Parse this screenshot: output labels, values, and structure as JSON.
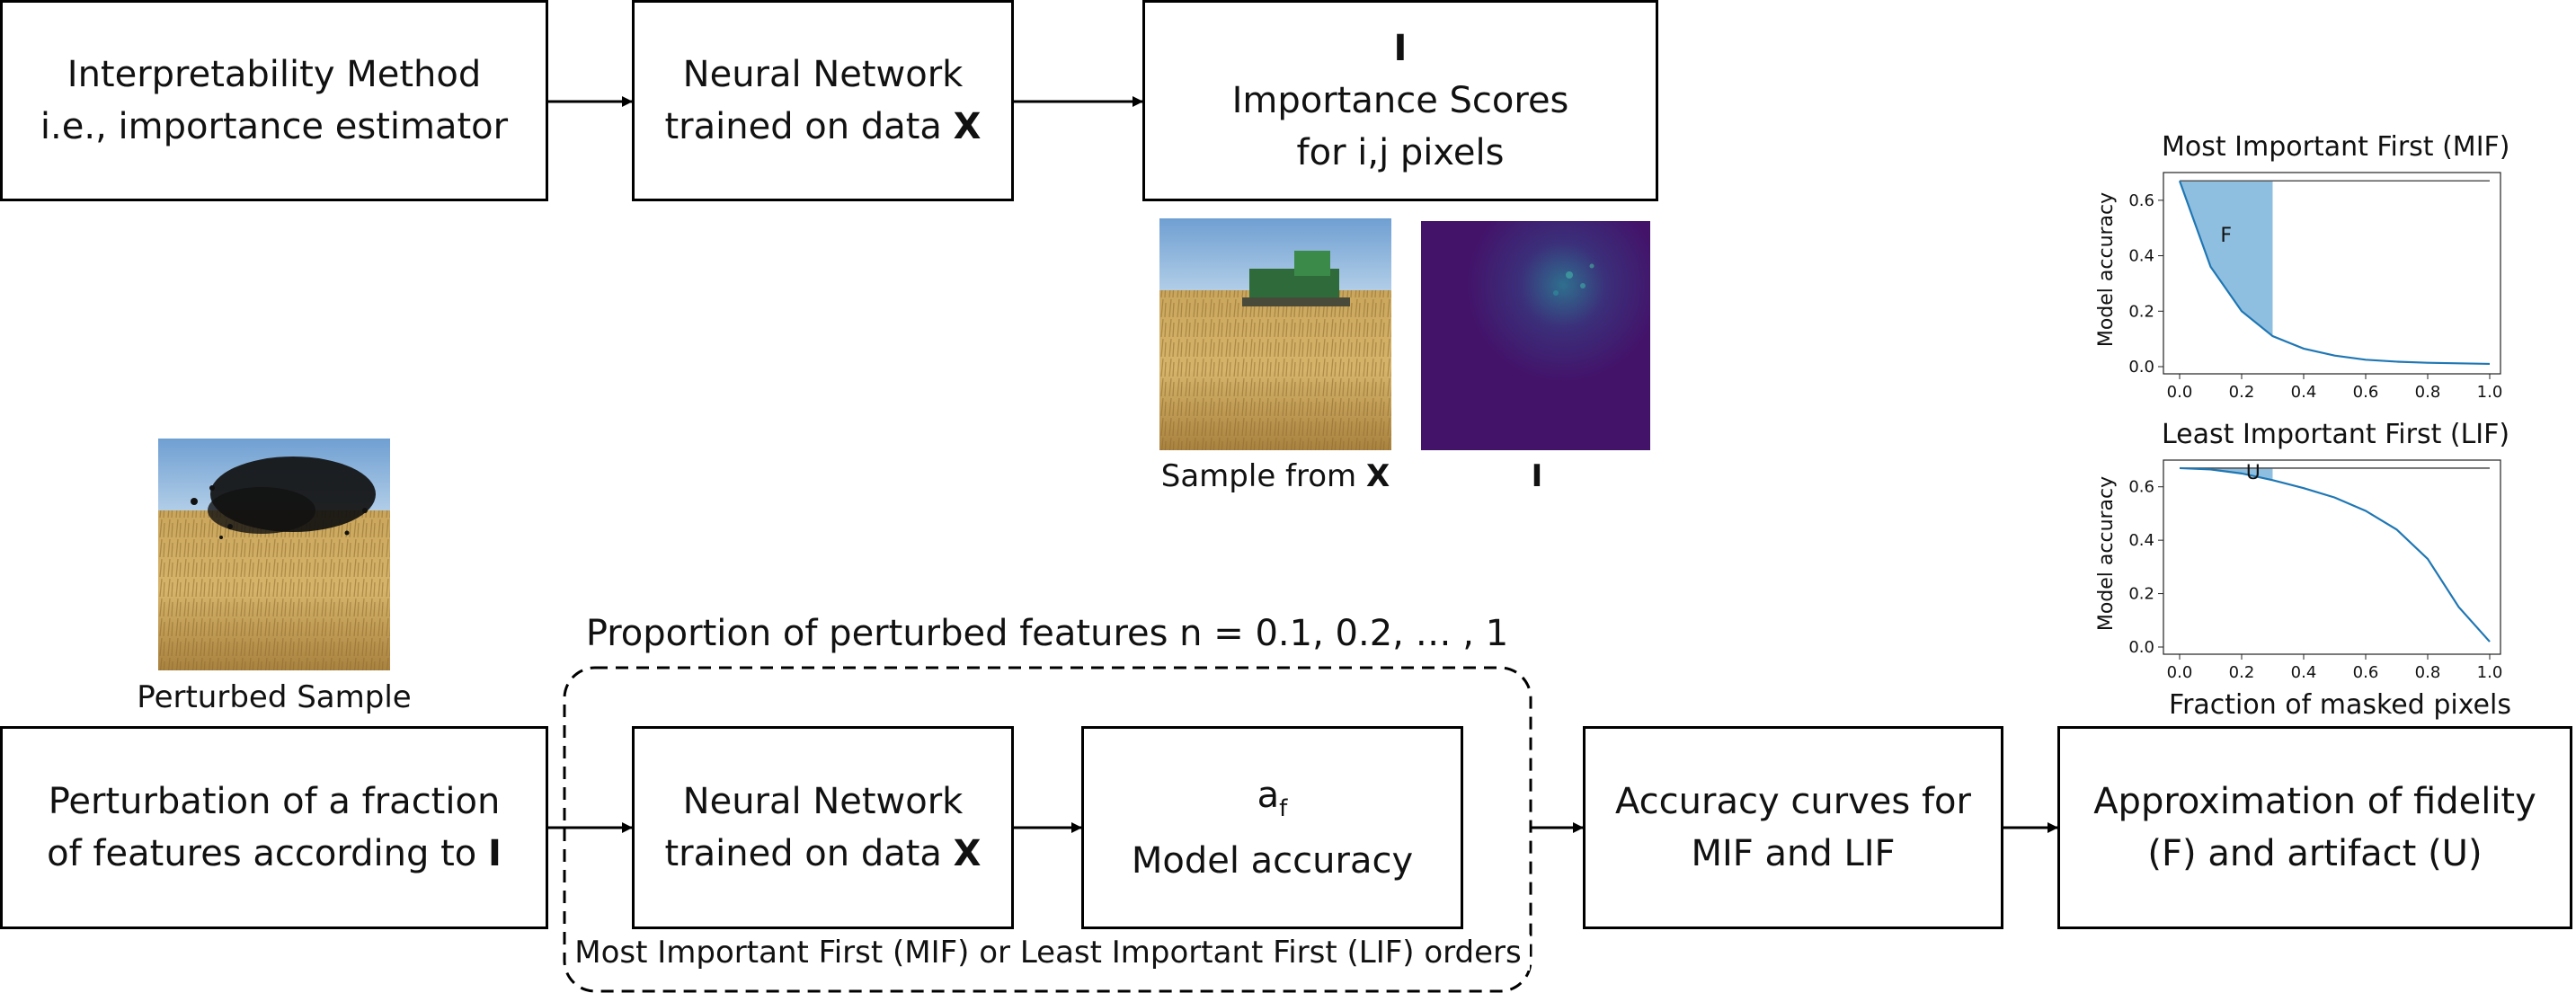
{
  "boxes": {
    "interp": {
      "line1": "Interpretability Method",
      "line2": "i.e., importance estimator"
    },
    "nn_top": {
      "line1": "Neural Network",
      "line2_pre": "trained on data ",
      "line2_bold": "X"
    },
    "scores": {
      "line1": "I",
      "line2": "Importance Scores",
      "line3": "for i,j pixels"
    },
    "perturb": {
      "line1": "Perturbation of a fraction",
      "line2_pre": "of features according to ",
      "line2_bold": "I"
    },
    "nn_bottom": {
      "line1": "Neural Network",
      "line2_pre": "trained on data ",
      "line2_bold": "X"
    },
    "acc": {
      "sym": "a",
      "sub": "f",
      "line2": "Model accuracy"
    },
    "curves": {
      "line1": "Accuracy curves for",
      "line2": "MIF and LIF"
    },
    "fidelity": {
      "line1": "Approximation of fidelity",
      "line2": "(F) and artifact (U)"
    }
  },
  "captions": {
    "sample_pre": "Sample from ",
    "sample_bold": "X",
    "importance": "I",
    "perturbed": "Perturbed Sample",
    "loop_top": "Proportion of perturbed features n = 0.1, 0.2, … , 1",
    "loop_bottom": "Most Important First (MIF) or Least Important First (LIF) orders"
  },
  "chart_data": [
    {
      "type": "line",
      "title": "Most Important First (MIF)",
      "ylabel": "Model accuracy",
      "xlabel": "",
      "x": [
        0.0,
        0.1,
        0.2,
        0.3,
        0.4,
        0.5,
        0.6,
        0.7,
        0.8,
        0.9,
        1.0
      ],
      "y": [
        0.67,
        0.36,
        0.2,
        0.11,
        0.065,
        0.04,
        0.025,
        0.018,
        0.014,
        0.012,
        0.01
      ],
      "reference": 0.67,
      "shaded_region": {
        "x_from": 0.0,
        "x_to": 0.3,
        "label": "F"
      },
      "xlim": [
        0.0,
        1.0
      ],
      "ylim": [
        0.0,
        0.7
      ],
      "xticks": [
        "0.0",
        "0.2",
        "0.4",
        "0.6",
        "0.8",
        "1.0"
      ],
      "yticks": [
        "0.0",
        "0.2",
        "0.4",
        "0.6"
      ],
      "colors": {
        "line": "#1f77b4",
        "fill": "#8fbfe0",
        "reference": "#555555"
      }
    },
    {
      "type": "line",
      "title": "Least Important First (LIF)",
      "ylabel": "Model accuracy",
      "xlabel": "Fraction of masked pixels",
      "x": [
        0.0,
        0.1,
        0.2,
        0.3,
        0.4,
        0.5,
        0.6,
        0.7,
        0.8,
        0.9,
        1.0
      ],
      "y": [
        0.67,
        0.665,
        0.65,
        0.625,
        0.595,
        0.56,
        0.51,
        0.44,
        0.33,
        0.15,
        0.02
      ],
      "reference": 0.67,
      "shaded_region": {
        "x_from": 0.0,
        "x_to": 0.3,
        "label": "U"
      },
      "xlim": [
        0.0,
        1.0
      ],
      "ylim": [
        0.0,
        0.7
      ],
      "xticks": [
        "0.0",
        "0.2",
        "0.4",
        "0.6",
        "0.8",
        "1.0"
      ],
      "yticks": [
        "0.0",
        "0.2",
        "0.4",
        "0.6"
      ],
      "colors": {
        "line": "#1f77b4",
        "fill": "#8fbfe0",
        "reference": "#555555"
      }
    }
  ]
}
